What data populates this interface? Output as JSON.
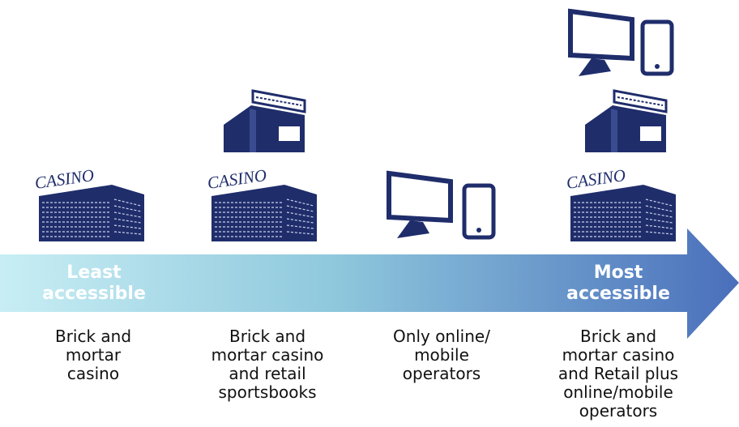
{
  "arrow": {
    "start_label_line1": "Least",
    "start_label_line2": "accessible",
    "end_label_line1": "Most",
    "end_label_line2": "accessible",
    "gradient_start": "#c8eef4",
    "gradient_end": "#4a6fbb"
  },
  "icon_color": "#1f2d6b",
  "icon_labels": {
    "casino_sign": "CASINO"
  },
  "stages": [
    {
      "caption": "Brick and\nmortar\ncasino",
      "icons": [
        "casino-building-icon"
      ]
    },
    {
      "caption": "Brick and\nmortar casino\nand retail\nsportsbooks",
      "icons": [
        "retail-sportsbook-icon",
        "casino-building-icon"
      ]
    },
    {
      "caption": "Only online/\nmobile\noperators",
      "icons": [
        "computer-monitor-icon",
        "smartphone-icon"
      ]
    },
    {
      "caption": "Brick and\nmortar casino\nand Retail plus\nonline/mobile\noperators",
      "icons": [
        "computer-monitor-icon",
        "smartphone-icon",
        "retail-sportsbook-icon",
        "casino-building-icon"
      ]
    }
  ]
}
